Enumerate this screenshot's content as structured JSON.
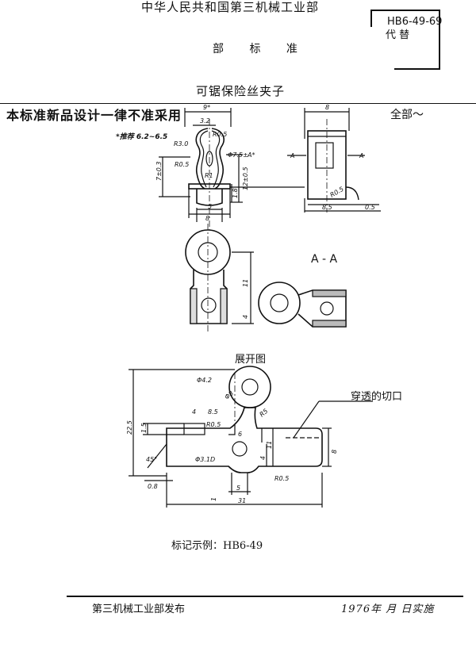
{
  "header": {
    "ministry": "中华人民共和国第三机械工业部",
    "department_standard": "部 标 准",
    "code": "HB6-49-69",
    "replaces": "代 替"
  },
  "title": "可锯保险丝夹子",
  "notice": "本标准新品设计一律不准采用",
  "surface_finish": "全部～",
  "section_label": "A - A",
  "unfold_label": "展开图",
  "cutout_label": "穿透的切口",
  "marking_example": "标记示例：HB6-49",
  "footer": {
    "publisher": "第三机械工业部发布",
    "implementation": "1976年  月  日实施"
  },
  "dimensions": {
    "front_top": "9*",
    "front_inner": "3.2",
    "front_left_label": "*推荐 6.2~6.5",
    "r_top_left": "R3.0",
    "r_top_right": "R0.5",
    "r_mid_left": "R0.5",
    "r_inner": "R1",
    "dia_right": "Φ7.5±",
    "star_mark": "A*",
    "height_left": "7±0.3",
    "height_right": "12±0.5",
    "height_small": "1.8",
    "bottom_inner": "5",
    "bottom_outer": "8",
    "side_top": "8",
    "side_arrow": "A",
    "side_radius": "R0.5",
    "side_bottom": "8.5",
    "side_thick": "0.5",
    "lower_h": "11",
    "lower_small": "4",
    "dev_dia_top": "Φ4.2",
    "dev_dia_inner": "Φ8",
    "dev_dia_lower": "Φ3.1D",
    "dev_r5": "R5",
    "dev_r05a": "R0.5",
    "dev_r05b": "R0.5",
    "dev_height": "22.5",
    "dev_15": "1.5",
    "dev_4": "4",
    "dev_85": "8.5",
    "dev_6": "6",
    "dev_11": "11",
    "dev_8": "8",
    "dev_angle": "45°",
    "dev_08": "0.8",
    "dev_1": "1",
    "dev_5": "5",
    "dev_31": "31",
    "dev_4b": "4"
  }
}
